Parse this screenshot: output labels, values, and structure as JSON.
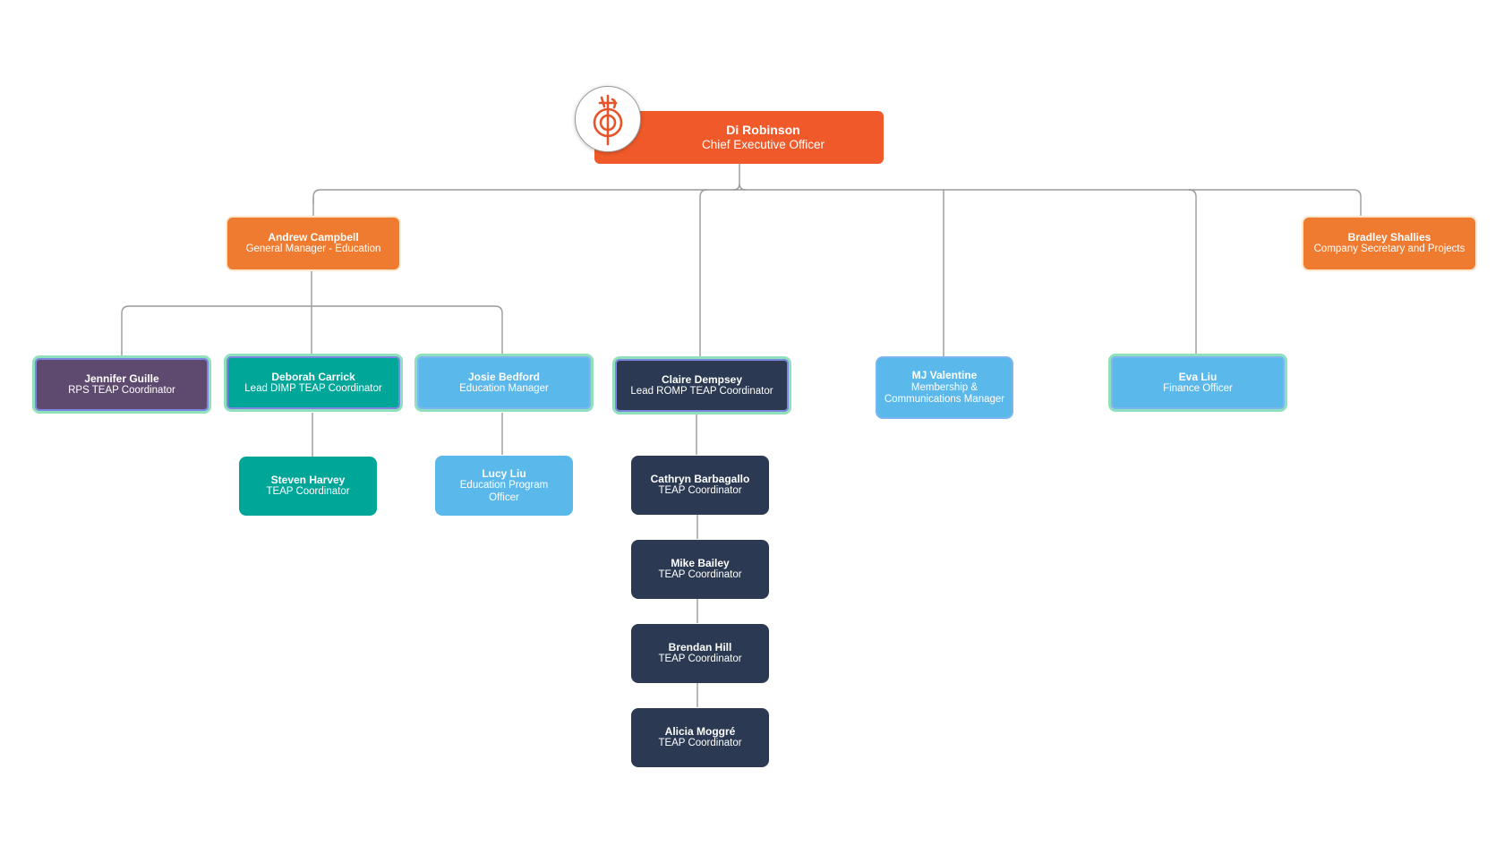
{
  "org": {
    "ceo": {
      "name": "Di Robinson",
      "role": "Chief Executive Officer"
    },
    "andrew": {
      "name": "Andrew Campbell",
      "role": "General Manager - Education"
    },
    "bradley": {
      "name": "Bradley Shallies",
      "role": "Company Secretary and Projects"
    },
    "jennifer": {
      "name": "Jennifer Guille",
      "role": "RPS TEAP Coordinator"
    },
    "deborah": {
      "name": "Deborah Carrick",
      "role": "Lead DIMP TEAP Coordinator"
    },
    "josie": {
      "name": "Josie Bedford",
      "role": "Education Manager"
    },
    "claire": {
      "name": "Claire Dempsey",
      "role": "Lead ROMP TEAP Coordinator"
    },
    "mj": {
      "name": "MJ Valentine",
      "role": "Membership & Communications Manager"
    },
    "eva": {
      "name": "Eva Liu",
      "role": "Finance Officer"
    },
    "steven": {
      "name": "Steven Harvey",
      "role": "TEAP Coordinator"
    },
    "lucy": {
      "name": "Lucy Liu",
      "role": "Education Program Officer"
    },
    "cathryn": {
      "name": "Cathryn Barbagallo",
      "role": "TEAP Coordinator"
    },
    "mike": {
      "name": "Mike Bailey",
      "role": "TEAP Coordinator"
    },
    "brendan": {
      "name": "Brendan Hill",
      "role": "TEAP Coordinator"
    },
    "alicia": {
      "name": "Alicia Moggré",
      "role": "TEAP Coordinator"
    }
  },
  "colors": {
    "ceo": "#f05a2a",
    "orange": "#ef7b30",
    "purple": "#5e4a6e",
    "teal": "#00a697",
    "light_blue": "#5bb8eb",
    "navy": "#2b3a52",
    "connector": "#9a9a9a",
    "logo_accent": "#e8542a"
  },
  "icons": {
    "logo": "organisation-logo-icon"
  }
}
